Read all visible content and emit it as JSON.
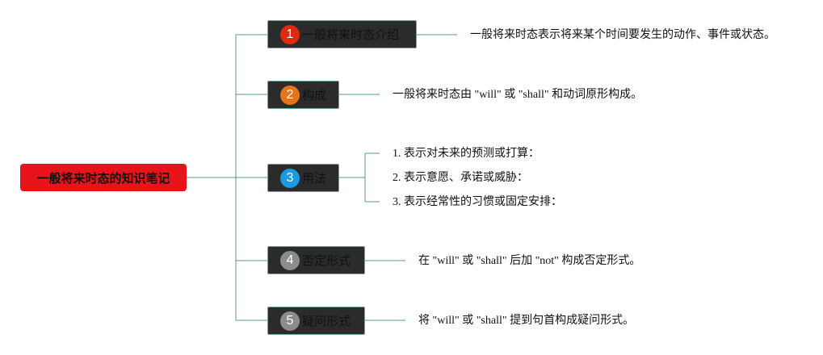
{
  "mindmap": {
    "root": {
      "label": "一般将来时态的知识笔记",
      "color": "#e8141a"
    },
    "branches": [
      {
        "number": "1",
        "label": "一般将来时态介绍",
        "badge_color": "#e02a10",
        "children": [
          "一般将来时态表示将来某个时间要发生的动作、事件或状态。"
        ]
      },
      {
        "number": "2",
        "label": "构成",
        "badge_color": "#e8741a",
        "children": [
          "一般将来时态由 \"will\" 或 \"shall\" 和动词原形构成。"
        ]
      },
      {
        "number": "3",
        "label": "用法",
        "badge_color": "#1a9ae0",
        "children": [
          "1. 表示对未来的预测或打算：",
          "2. 表示意愿、承诺或威胁：",
          "3. 表示经常性的习惯或固定安排："
        ]
      },
      {
        "number": "4",
        "label": "否定形式",
        "badge_color": "#8c8c8c",
        "children": [
          "在 \"will\" 或 \"shall\" 后加 \"not\" 构成否定形式。"
        ]
      },
      {
        "number": "5",
        "label": "疑问形式",
        "badge_color": "#8c8c8c",
        "children": [
          "将 \"will\" 或 \"shall\" 提到句首构成疑问形式。"
        ]
      }
    ],
    "connector_color": "#5a9b8c"
  }
}
